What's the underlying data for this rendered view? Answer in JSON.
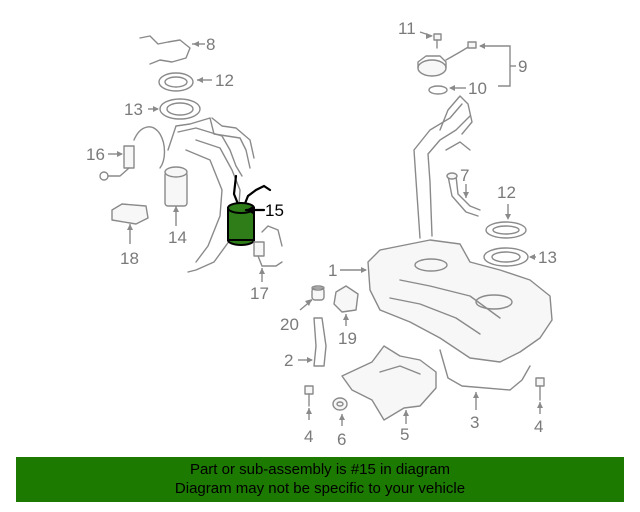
{
  "callouts": {
    "c1": "1",
    "c2": "2",
    "c3": "3",
    "c4a": "4",
    "c4b": "4",
    "c5": "5",
    "c6": "6",
    "c7": "7",
    "c8": "8",
    "c9": "9",
    "c10": "10",
    "c11": "11",
    "c12a": "12",
    "c12b": "12",
    "c13a": "13",
    "c13b": "13",
    "c14": "14",
    "c15": "15",
    "c16": "16",
    "c17": "17",
    "c18": "18",
    "c19": "19",
    "c20": "20"
  },
  "highlight": {
    "part_number": "15",
    "color": "#2e7d18"
  },
  "banner": {
    "line1": "Part or sub-assembly is #15 in diagram",
    "line2": "Diagram may not be specific to your vehicle",
    "background": "#1d7a00"
  }
}
